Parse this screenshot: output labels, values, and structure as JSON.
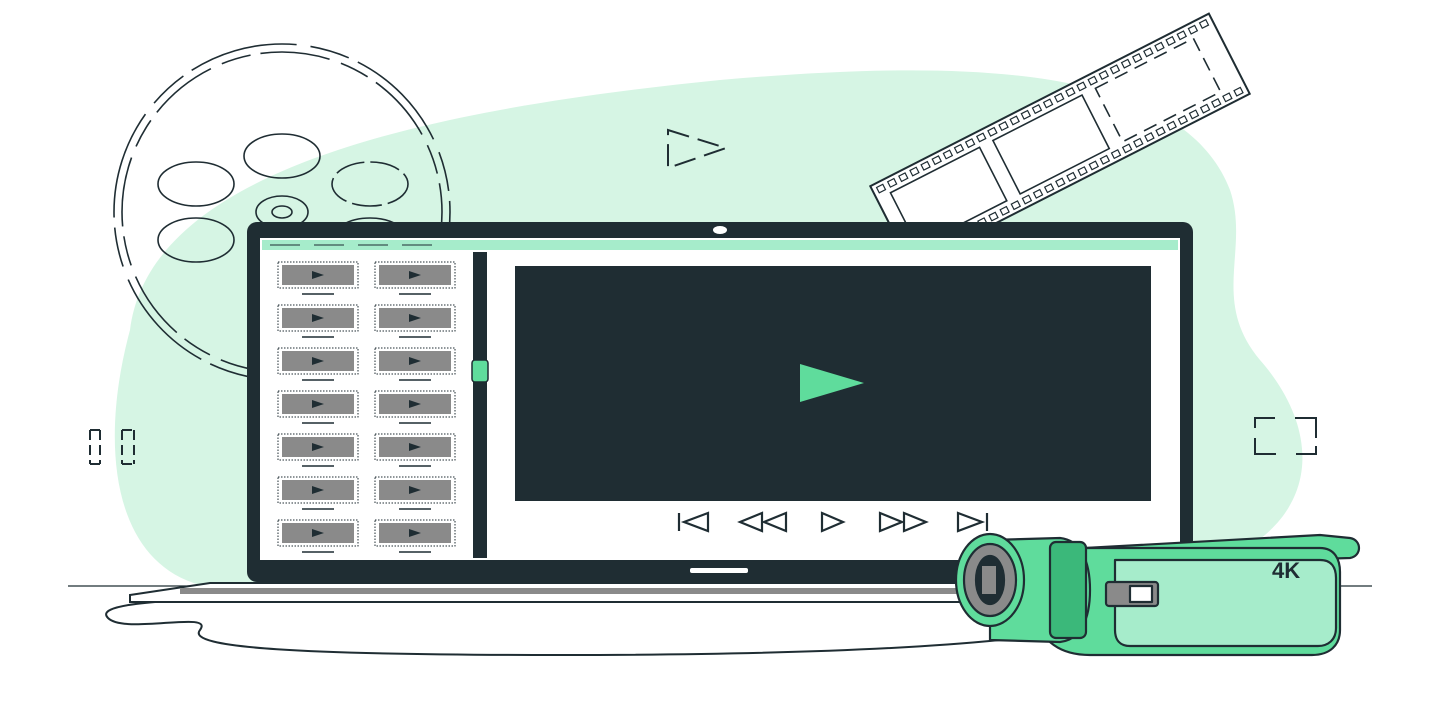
{
  "colors": {
    "background": "#ffffff",
    "blob": "#d6f5e4",
    "dark": "#1f2d33",
    "accent": "#5fdc9c",
    "accent_dark": "#3bb87a",
    "accent_light": "#a6eccb",
    "thumb_gray": "#8a8a8a"
  },
  "sidebar": {
    "thumbnail_count": 14,
    "columns": 2,
    "rows": 7
  },
  "player": {
    "controls": [
      {
        "name": "skip-previous-icon"
      },
      {
        "name": "rewind-icon"
      },
      {
        "name": "play-small-icon"
      },
      {
        "name": "fast-forward-icon"
      },
      {
        "name": "skip-next-icon"
      }
    ]
  },
  "camcorder": {
    "badge_text": "4K"
  },
  "decorations": {
    "icons": [
      "film-reel-icon",
      "film-strip-icon",
      "play-outline-icon",
      "pause-bracket-icon",
      "frame-bracket-icon"
    ]
  }
}
